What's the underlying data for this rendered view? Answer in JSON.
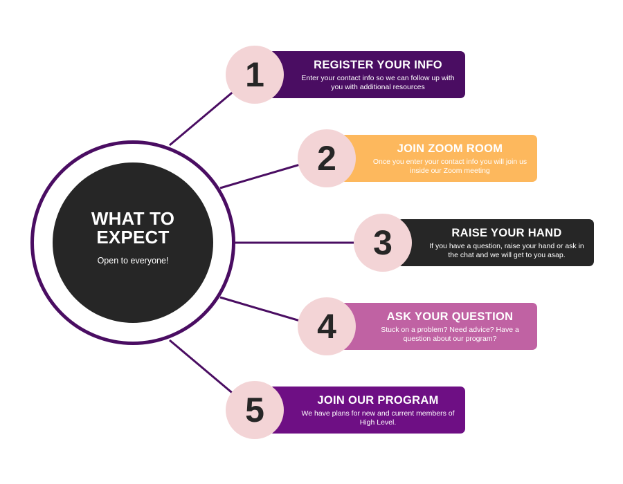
{
  "hub": {
    "title": "WHAT TO EXPECT",
    "subtitle": "Open to everyone!"
  },
  "steps": [
    {
      "number": "1",
      "title": "REGISTER YOUR INFO",
      "description": "Enter your contact info so we can follow up with you with additional resources",
      "color": "#4a0d62"
    },
    {
      "number": "2",
      "title": "JOIN ZOOM ROOM",
      "description": "Once you enter your contact info you will join us inside our Zoom meeting",
      "color": "#fdb85d"
    },
    {
      "number": "3",
      "title": "RAISE YOUR HAND",
      "description": "If you have a question, raise your hand or ask in the chat and we will get to you asap.",
      "color": "#262626"
    },
    {
      "number": "4",
      "title": "ASK YOUR QUESTION",
      "description": "Stuck on a problem? Need advice? Have a question about our program?",
      "color": "#c062a3"
    },
    {
      "number": "5",
      "title": "JOIN OUR PROGRAM",
      "description": "We have plans for new and current members of High Level.",
      "color": "#6e0f84"
    }
  ],
  "colors": {
    "connector": "#4a0d62",
    "number_circle": "#f3d4d6",
    "hub_core": "#262626"
  }
}
